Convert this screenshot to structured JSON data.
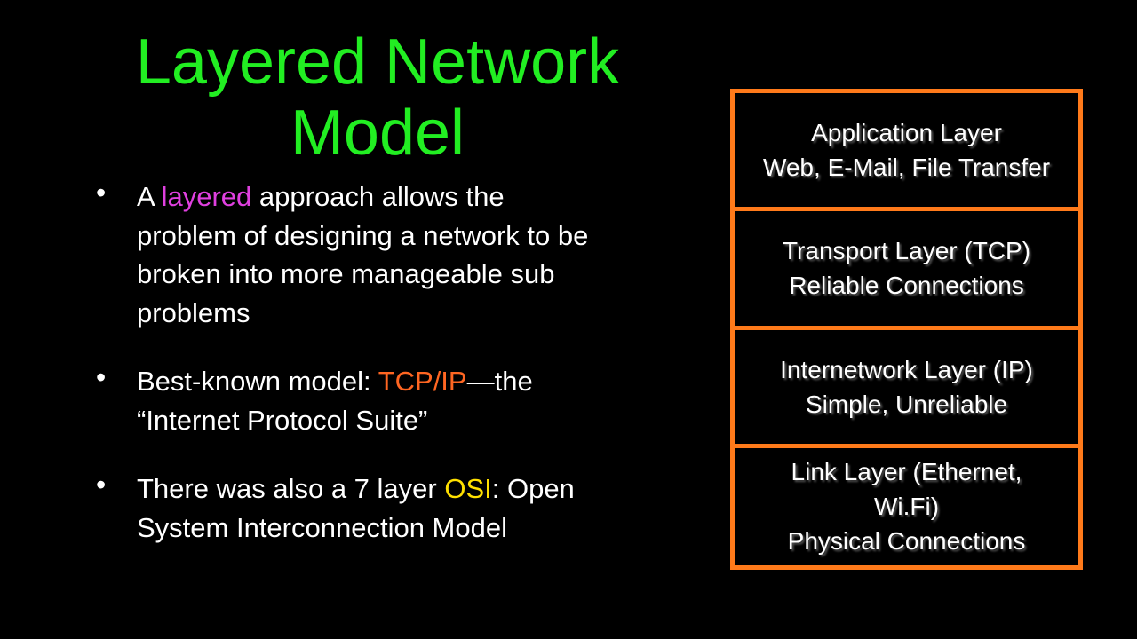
{
  "slide": {
    "title_line1": "Layered Network",
    "title_line2": "Model",
    "bullets": [
      {
        "pre": "A ",
        "highlight": "layered",
        "post": " approach allows the problem of designing a network to be broken into more manageable sub problems"
      },
      {
        "pre": "Best-known model:  ",
        "highlight": "TCP/IP",
        "post": "—the “Internet Protocol Suite”"
      },
      {
        "pre": "There was also a 7 layer ",
        "highlight": "OSI",
        "post": ": Open System Interconnection Model"
      }
    ],
    "layers": [
      {
        "line1": "Application Layer",
        "line2": "Web, E-Mail, File Transfer"
      },
      {
        "line1": "Transport Layer (TCP)",
        "line2": "Reliable Connections"
      },
      {
        "line1": "Internetwork Layer (IP)",
        "line2": "Simple, Unreliable"
      },
      {
        "line1": "Link Layer (Ethernet,",
        "line2": "Wi.Fi)",
        "line3": "Physical Connections"
      }
    ]
  },
  "colors": {
    "background": "#000000",
    "title": "#22ee22",
    "highlight_layered": "#e040e0",
    "highlight_tcpip": "#ff6622",
    "highlight_osi": "#ffe000",
    "stack_border": "#ff7a1a"
  }
}
